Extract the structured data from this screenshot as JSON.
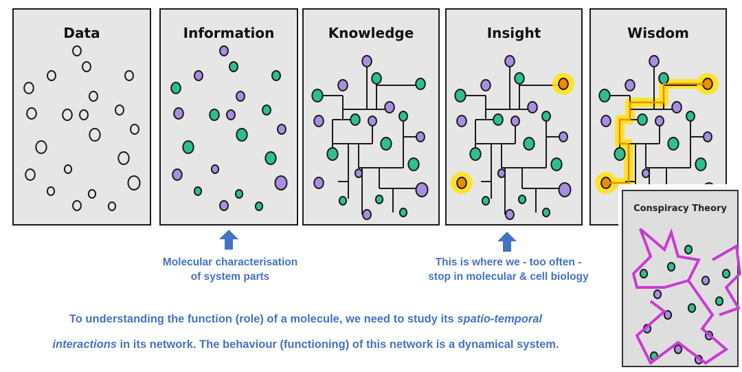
{
  "panels": [
    {
      "id": "data",
      "title": "Data",
      "style": "outline-only"
    },
    {
      "id": "information",
      "title": "Information",
      "style": "colored-nodes"
    },
    {
      "id": "knowledge",
      "title": "Knowledge",
      "style": "connected-network"
    },
    {
      "id": "insight",
      "title": "Insight",
      "style": "network-two-highlighted-nodes"
    },
    {
      "id": "wisdom",
      "title": "Wisdom",
      "style": "network-highlighted-path"
    }
  ],
  "overlay_panel": {
    "title": "Conspiracy Theory",
    "figure": "magenta unicorn drawn over dots"
  },
  "annotations": [
    {
      "points_to": "information",
      "lines": [
        "Molecular characterisation",
        "of system parts"
      ]
    },
    {
      "points_to": "insight",
      "lines": [
        "This is where we - too often -",
        "stop in molecular & cell biology"
      ]
    }
  ],
  "bottom_text": {
    "line1_normal": "To understanding the function (role) of a molecule, we need to study its ",
    "line1_italic": "spatio-temporal",
    "line2_italic": "interactions",
    "line2_normal": " in its network. The behaviour (functioning) of this network is a dynamical system."
  },
  "colors": {
    "teal": "#2fbf8f",
    "purple": "#a88ee0",
    "highlight": "#ffe21a",
    "path": "#f08a00",
    "accent_text": "#4472c4",
    "unicorn": "#c93bd1"
  }
}
